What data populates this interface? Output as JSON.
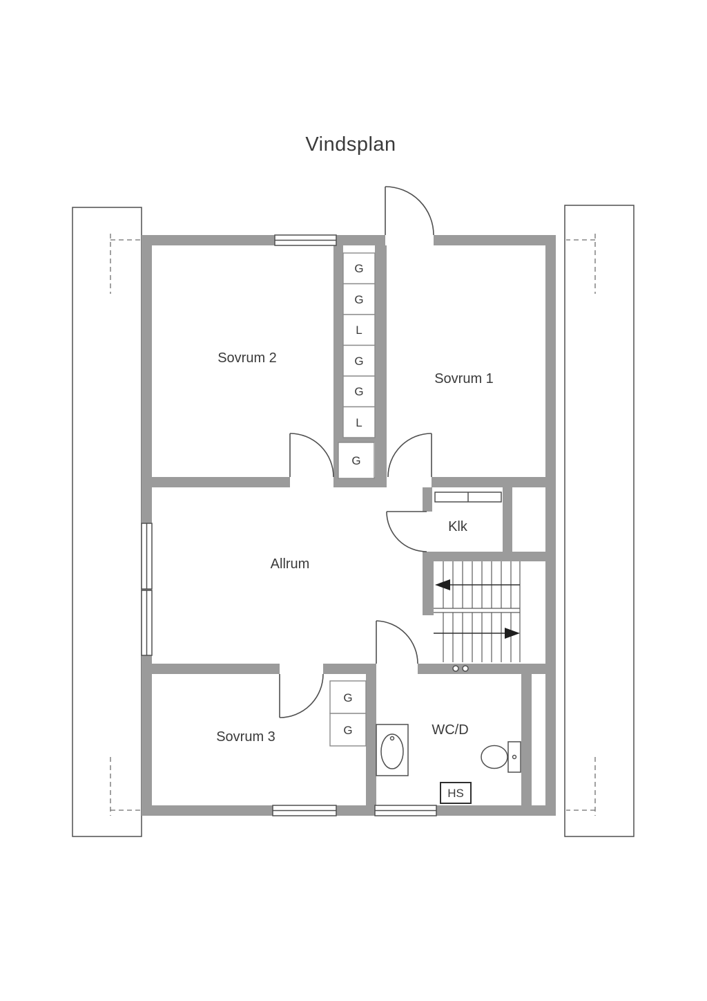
{
  "title": "Vindsplan",
  "rooms": {
    "sovrum2": "Sovrum 2",
    "sovrum1": "Sovrum 1",
    "allrum": "Allrum",
    "klk": "Klk",
    "sovrum3": "Sovrum 3",
    "wcd": "WC/D"
  },
  "wardrobes": {
    "column": [
      "G",
      "G",
      "L",
      "G",
      "G",
      "L"
    ],
    "hall": "G",
    "sovrum3": [
      "G",
      "G"
    ]
  },
  "cabinet_label": "HS",
  "colors": {
    "wall": "#9b9b9b",
    "line": "#4f4f4f",
    "text": "#3a3a3a",
    "background": "#ffffff"
  }
}
